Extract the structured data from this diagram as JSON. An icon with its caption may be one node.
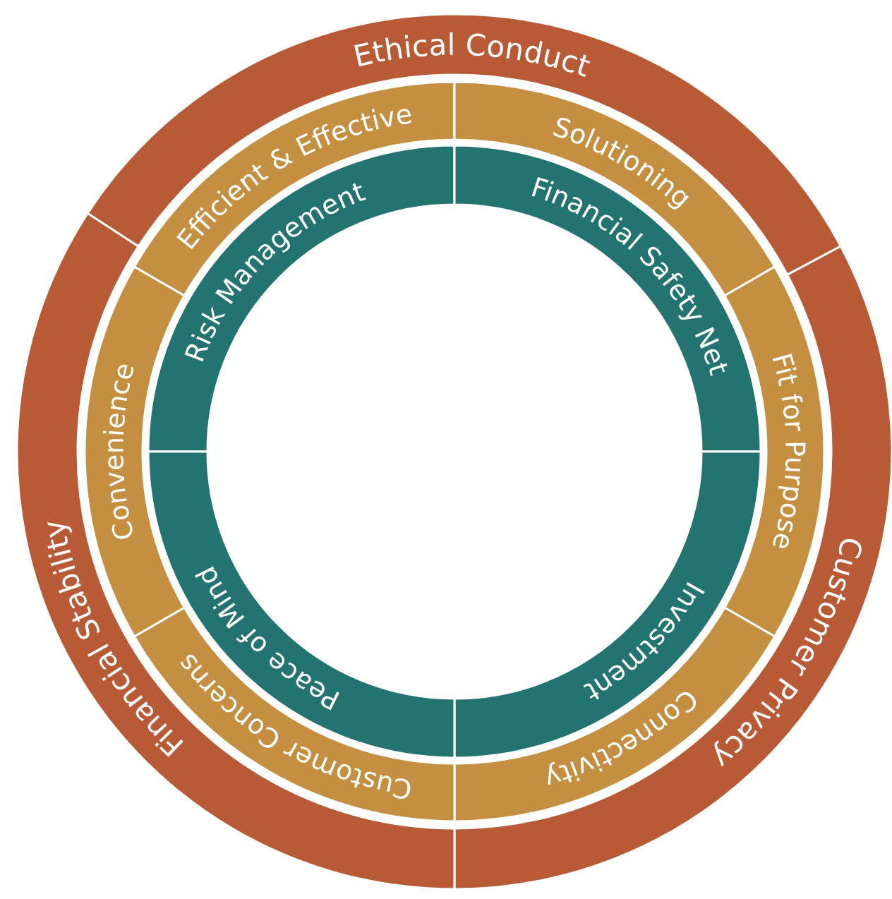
{
  "diagram": {
    "nodes": [
      {
        "text": [
          "Ethical Conduct"
        ]
      },
      {
        "text": [
          "Customer Privacy"
        ]
      },
      {
        "text": [
          "Financial Stability"
        ]
      },
      {
        "text": [
          "Efficient & Effective"
        ]
      },
      {
        "text": [
          "Solutioning"
        ]
      },
      {
        "text": [
          "Fit for Purpose"
        ]
      },
      {
        "text": [
          "Connectivity"
        ]
      },
      {
        "text": [
          "Customer Concerns"
        ]
      },
      {
        "text": [
          "Convenience"
        ]
      },
      {
        "text": [
          "Risk Management"
        ]
      },
      {
        "text": [
          "Financial Safety Net"
        ]
      },
      {
        "text": [
          "Investment"
        ]
      },
      {
        "text": [
          "Peace of Mind"
        ]
      }
    ]
  }
}
